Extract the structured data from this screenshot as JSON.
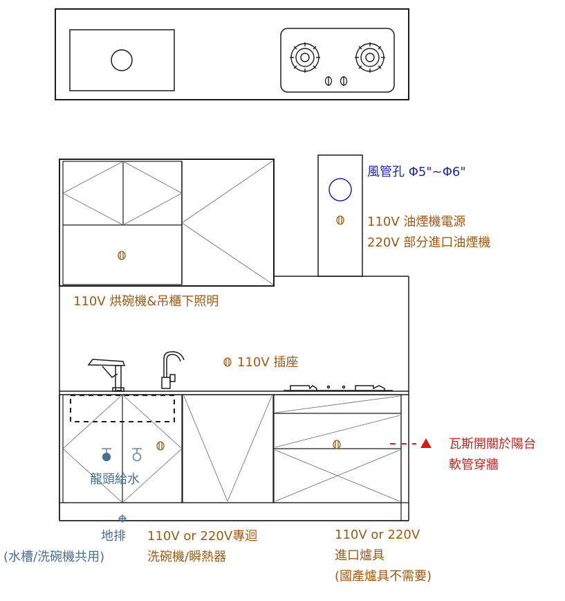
{
  "colors": {
    "line": "#1a1a1a",
    "thin": "#555555",
    "electric": "#9a5a14",
    "water": "#4a6f8f",
    "duct": "#1f2a9a",
    "gas": "#d11a1a"
  },
  "labels": {
    "duct_hole": "風管孔 Φ5\"~Φ6\"",
    "hood_power_1": "110V 油煙機電源",
    "hood_power_2": "220V 部分進口油煙機",
    "dryer_light": "110V 烘碗機&吊櫃下照明",
    "outlet": "110V 插座",
    "gas_1": "瓦斯開關於陽台",
    "gas_2": "軟管穿牆",
    "faucet_water": "龍頭給水",
    "floor_drain_1": "地排",
    "floor_drain_2": "(水槽/洗碗機共用)",
    "dishwasher_1": "110V or 220V專迴",
    "dishwasher_2": "洗碗機/瞬熱器",
    "cooktop_1": "110V or 220V",
    "cooktop_2": "進口爐具",
    "cooktop_3": "(國產爐具不需要)"
  },
  "icons": {
    "outlet": "outlet-icon",
    "sink": "sink-basin-icon",
    "burner": "gas-burner-icon",
    "faucet": "faucet-icon",
    "valve": "water-valve-icon",
    "drain": "floor-drain-icon",
    "gas_marker": "gas-valve-triangle-icon",
    "duct": "duct-hole-icon"
  }
}
